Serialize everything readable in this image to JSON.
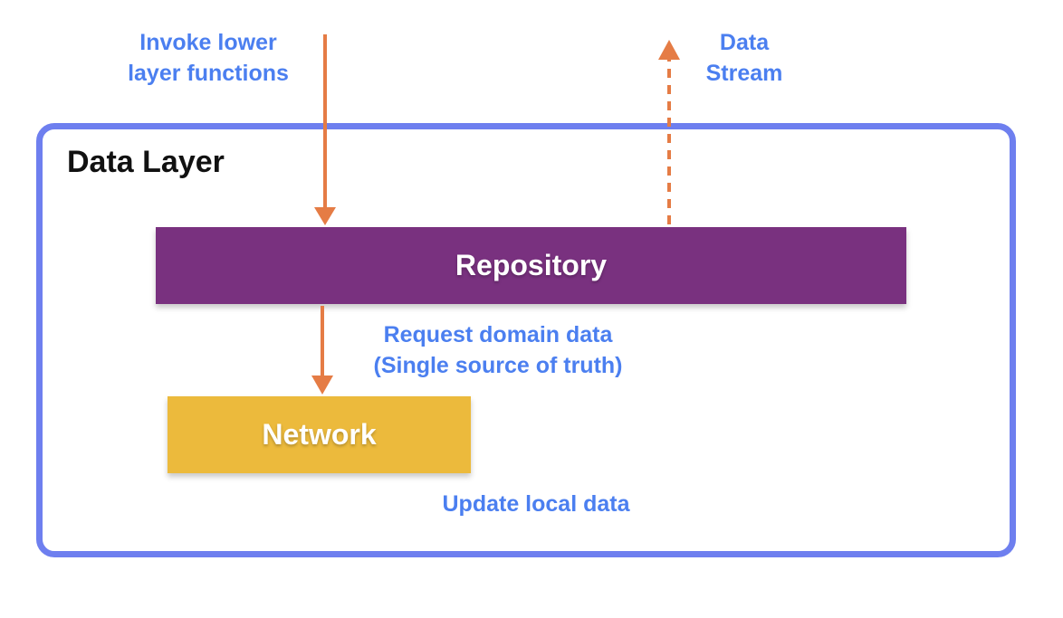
{
  "diagram": {
    "container_title": "Data Layer",
    "repository_label": "Repository",
    "network_label": "Network",
    "labels": {
      "invoke": [
        "Invoke lower",
        "layer functions"
      ],
      "stream": [
        "Data",
        "Stream"
      ],
      "request": [
        "Request domain data",
        "(Single source of truth)"
      ],
      "update": "Update local data"
    }
  },
  "colors": {
    "container_border": "#6e7fef",
    "repository_fill": "#79317f",
    "network_fill": "#ecba3c",
    "arrow": "#e57c45",
    "label_text": "#4b7ff0"
  }
}
